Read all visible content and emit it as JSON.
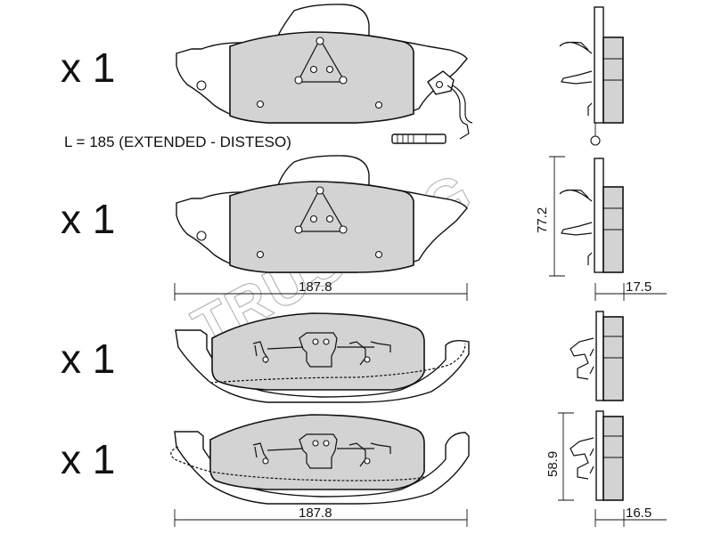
{
  "quantities": [
    "x 1",
    "x 1",
    "x 1",
    "x 1"
  ],
  "sensor_note": "L = 185 (EXTENDED - DISTESO)",
  "dimensions": {
    "width_top": "187.8",
    "width_bottom": "187.8",
    "height_top": "77.2",
    "height_bottom": "58.9",
    "thickness_top": "17.5",
    "thickness_bottom": "16.5"
  },
  "watermark": "TRUSTING"
}
